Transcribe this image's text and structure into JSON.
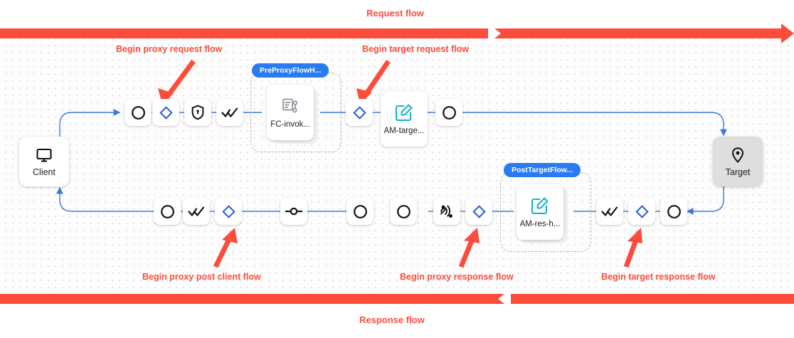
{
  "flow_bars": {
    "request": {
      "label": "Request flow",
      "color": "#fc4c3c",
      "direction": "right"
    },
    "response": {
      "label": "Response flow",
      "color": "#fc4c3c",
      "direction": "left"
    }
  },
  "annotations": [
    {
      "id": "begin-proxy-request-flow",
      "label": "Begin proxy request flow"
    },
    {
      "id": "begin-target-request-flow",
      "label": "Begin target request flow"
    },
    {
      "id": "begin-proxy-post-client-flow",
      "label": "Begin proxy post client flow"
    },
    {
      "id": "begin-proxy-response-flow",
      "label": "Begin proxy response flow"
    },
    {
      "id": "begin-target-response-flow",
      "label": "Begin target response flow"
    }
  ],
  "endpoints": {
    "client": {
      "label": "Client",
      "icon": "monitor-icon"
    },
    "target": {
      "label": "Target",
      "icon": "location-pin-icon"
    }
  },
  "request_row": {
    "nodes": [
      {
        "id": "rq-1",
        "icon": "circle-icon"
      },
      {
        "id": "rq-2",
        "icon": "diamond-icon"
      },
      {
        "id": "rq-3",
        "icon": "shield-icon"
      },
      {
        "id": "rq-4",
        "icon": "double-check-icon"
      },
      {
        "id": "rq-5",
        "icon": "diamond-icon"
      },
      {
        "id": "rq-6",
        "icon": "circle-icon"
      }
    ]
  },
  "response_row": {
    "nodes": [
      {
        "id": "rs-1",
        "icon": "circle-icon"
      },
      {
        "id": "rs-2",
        "icon": "double-check-icon"
      },
      {
        "id": "rs-3",
        "icon": "diamond-icon"
      },
      {
        "id": "rs-4",
        "icon": "connector-icon"
      },
      {
        "id": "rs-5",
        "icon": "circle-icon"
      },
      {
        "id": "rs-6",
        "icon": "circle-icon"
      },
      {
        "id": "rs-7",
        "icon": "broadcast-icon"
      },
      {
        "id": "rs-8",
        "icon": "diamond-icon"
      },
      {
        "id": "rs-9",
        "icon": "double-check-icon"
      },
      {
        "id": "rs-10",
        "icon": "diamond-icon"
      },
      {
        "id": "rs-11",
        "icon": "circle-icon"
      }
    ]
  },
  "policy_groups": [
    {
      "id": "pre-proxy-flow-hook",
      "badge": "PreProxyFlowH...",
      "badge_color": "#2a7bf0",
      "card_label": "FC-invok...",
      "card_icon": "flow-callout-icon"
    },
    {
      "id": "post-target-flow-hook",
      "badge": "PostTargetFlow...",
      "badge_color": "#2a7bf0",
      "card_label": "AM-res-h...",
      "card_icon": "assign-message-icon"
    }
  ],
  "inline_policies": [
    {
      "id": "am-target",
      "label": "AM-targe...",
      "icon": "assign-message-icon"
    }
  ],
  "theme": {
    "wire_color": "#3b78dd",
    "accent_red": "#fc4c3c",
    "accent_blue": "#2a5cd8",
    "teal": "#16b6c8"
  }
}
